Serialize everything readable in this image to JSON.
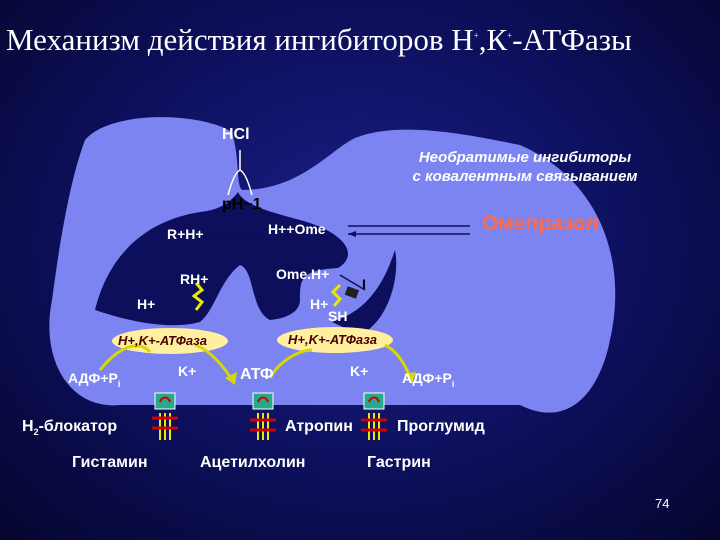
{
  "title": "Механизм действия ингибиторов Н+,К+-АТФазы",
  "title_parts": {
    "main": "Механизм действия ингибиторов Н",
    "sup1": "+",
    "mid": ",К",
    "sup2": "+",
    "tail": "-АТФазы"
  },
  "labels": {
    "hcl": "HCl",
    "ph": "pH~1",
    "rh_plus": "R+H+",
    "hplus_ome": "H++Ome",
    "rh": "RH+",
    "omeh": "Ome.H+",
    "h_left": "H+",
    "h_right": "H+",
    "sh": "SH",
    "i": "I",
    "atpase_left": "H+,K+-АТФаза",
    "atpase_right": "H+,K+-АТФаза",
    "adp_left": "АДФ+Р",
    "adp_left_sub": "i",
    "k_left": "K+",
    "atp": "АТФ",
    "k_right": "K+",
    "adp_right": "АДФ+Р",
    "adp_right_sub": "i",
    "h2": "Н",
    "h2_sub": "2",
    "h2_rest": "-блокатор",
    "atropine": "Атропин",
    "proglumide": "Проглумид",
    "histamine": "Гистамин",
    "acetylcholine": "Ацетилхолин",
    "gastrin": "Гастрин",
    "omeprazole": "Омепразол",
    "note_line1": "Необратимые ингибиторы",
    "note_line2": "с ковалентным связыванием",
    "page_number": "74"
  },
  "colors": {
    "background": "#0d0f5c",
    "cell": "#7b84f0",
    "omeprazole": "#ff6a4a",
    "atpase_fill": "#ffef9e",
    "receptor": "#2aa88a",
    "arrow": "#d8d800"
  }
}
